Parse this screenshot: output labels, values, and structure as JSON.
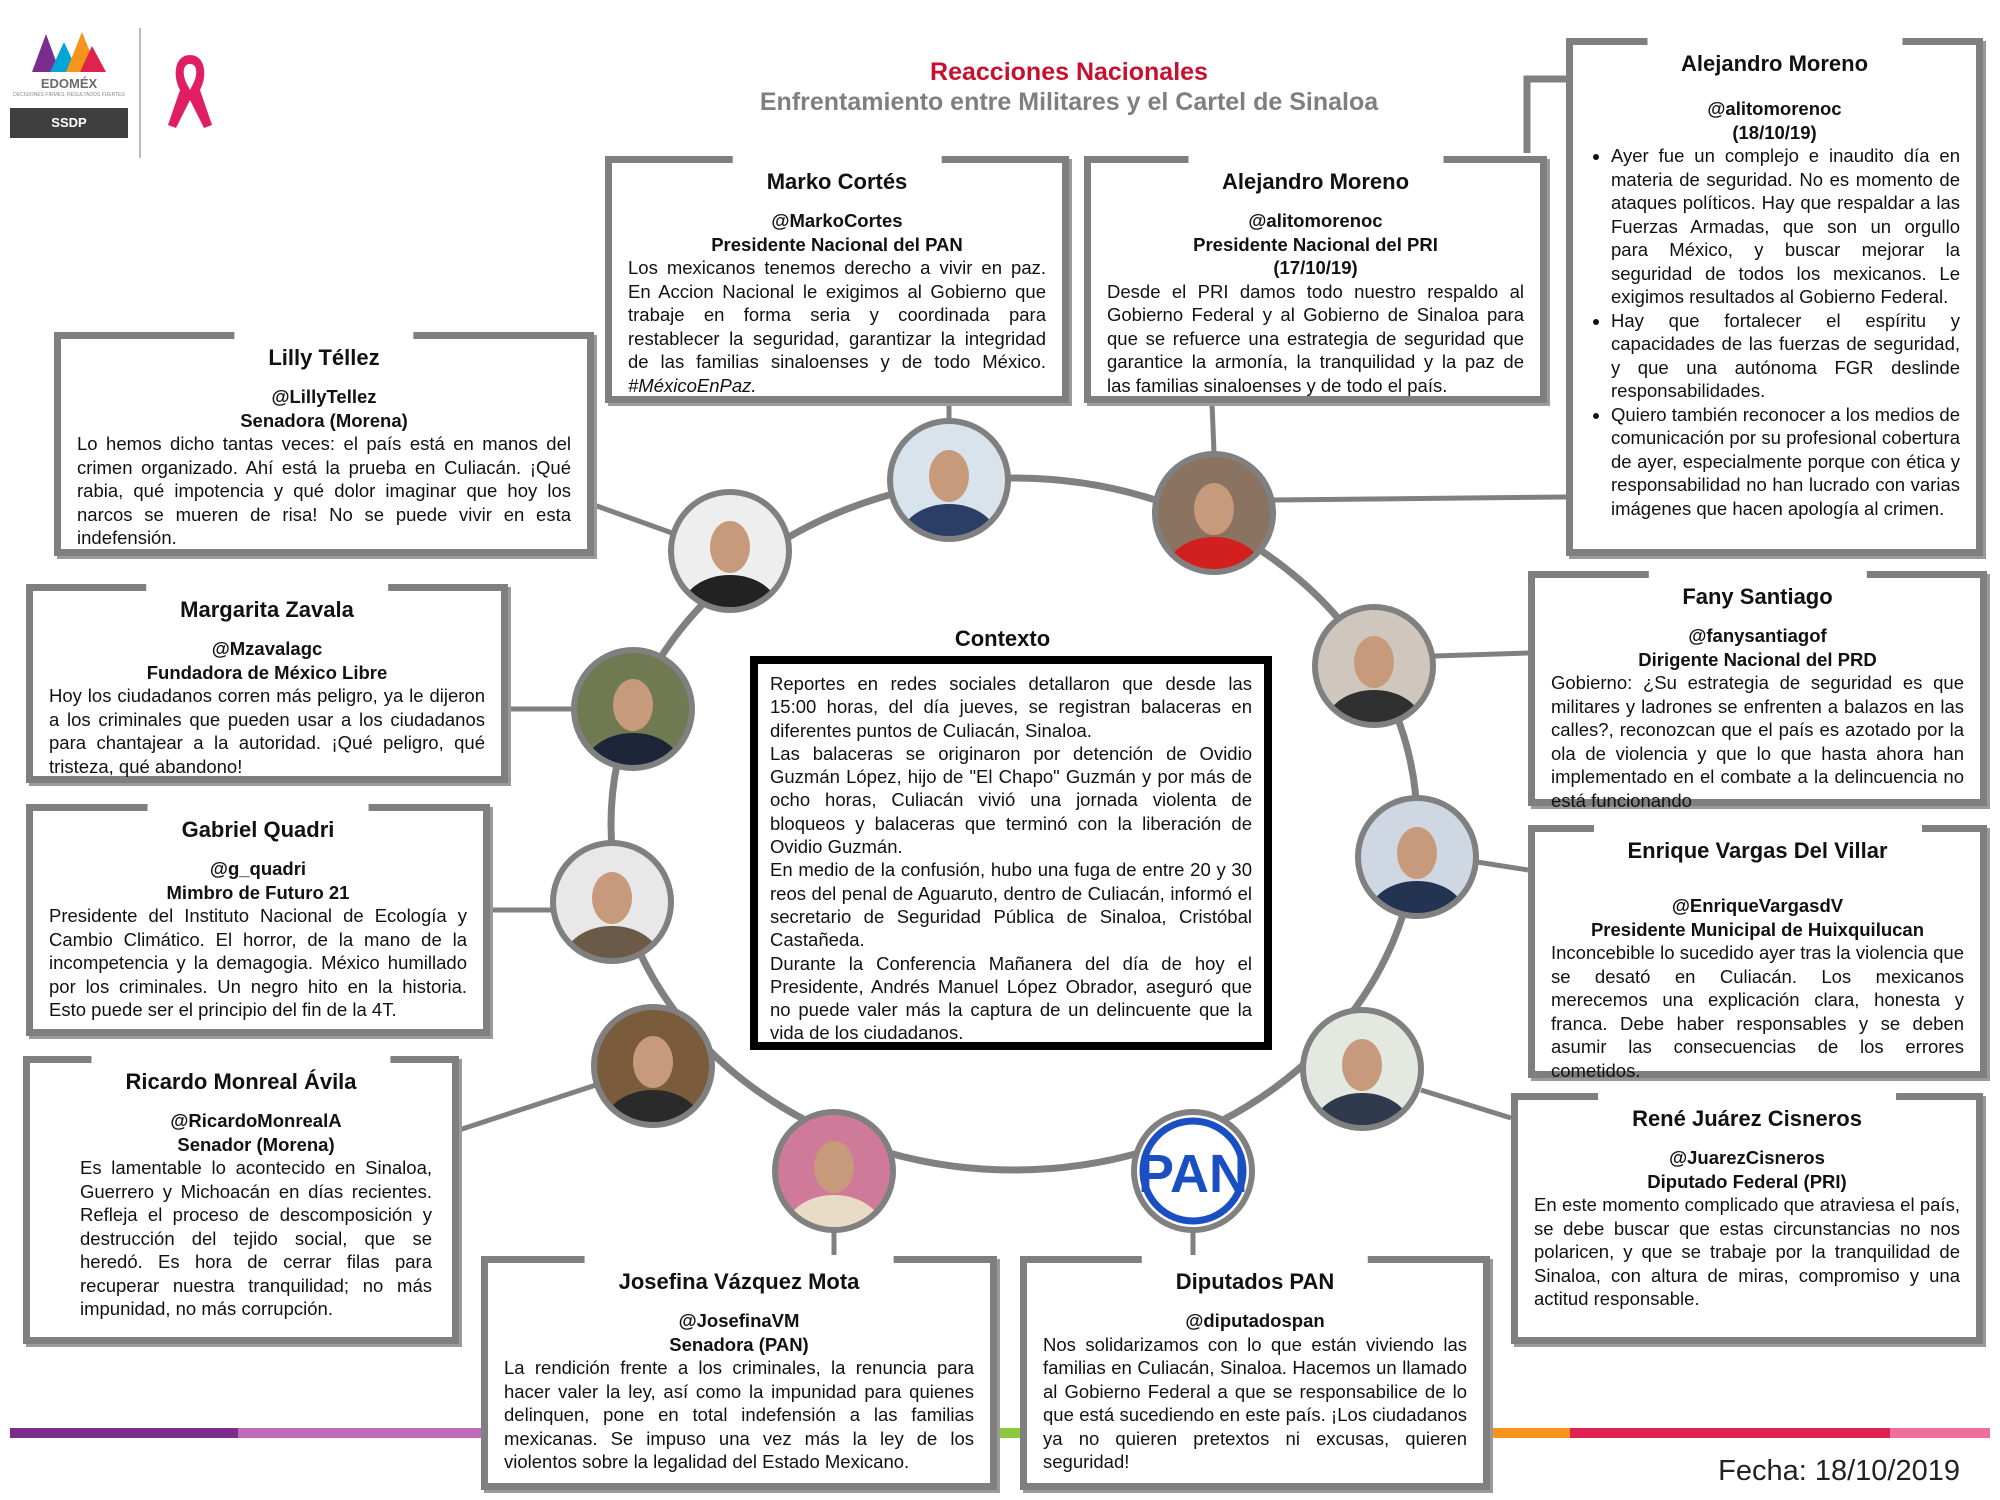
{
  "header": {
    "title": "Reacciones Nacionales",
    "subtitle": "Enfrentamiento entre Militares y el Cartel de Sinaloa",
    "logo_text": "EDOMÉX",
    "logo_tagline": "DECISIONES FIRMES, RESULTADOS FUERTES",
    "logo_badge": "SSDP"
  },
  "colors": {
    "title": "#c8102e",
    "subtitle": "#7f7f7f",
    "border": "#7f7f7f",
    "pan_blue": "#1a4fc4"
  },
  "cards": {
    "marko": {
      "name": "Marko Cortés",
      "handle": "@MarkoCortes",
      "role": "Presidente Nacional del PAN",
      "text": "Los mexicanos tenemos derecho a vivir en paz. En Accion Nacional le exigimos al Gobierno que trabaje en forma seria y coordinada para restablecer la seguridad, garantizar la integridad de las familias sinaloenses y de todo México.",
      "hashtag": "#MéxicoEnPaz."
    },
    "alejandro1": {
      "name": "Alejandro Moreno",
      "handle": "@alitomorenoc",
      "role": "Presidente Nacional del PRI",
      "date": "(17/10/19)",
      "text": "Desde el PRI damos todo nuestro respaldo al Gobierno Federal y al Gobierno de Sinaloa para que se refuerce una estrategia de seguridad que garantice la armonía, la tranquilidad y la paz de las familias sinaloenses y de todo el país."
    },
    "alejandro2": {
      "name": "Alejandro Moreno",
      "handle": "@alitomorenoc",
      "date": "(18/10/19)",
      "bullets": [
        "Ayer fue un complejo e inaudito día en materia de seguridad. No es momento de ataques políticos. Hay que respaldar a las Fuerzas Armadas, que son un orgullo para México, y buscar mejorar la seguridad de todos los mexicanos. Le exigimos resultados al Gobierno Federal.",
        "Hay que fortalecer el espíritu y capacidades de las fuerzas de seguridad, y que una autónoma FGR deslinde responsabilidades.",
        "Quiero también reconocer a los medios de comunicación por su profesional cobertura de ayer, especialmente porque con ética y responsabilidad no han lucrado con varias imágenes que hacen apología al crimen."
      ]
    },
    "lilly": {
      "name": "Lilly Téllez",
      "handle": "@LillyTellez",
      "role": "Senadora (Morena)",
      "text": "Lo hemos dicho tantas veces: el país está en manos del crimen organizado. Ahí está la prueba en Culiacán. ¡Qué rabia, qué impotencia y qué dolor imaginar que hoy los narcos se mueren de risa! No se puede vivir en esta indefensión."
    },
    "margarita": {
      "name": "Margarita Zavala",
      "handle": "@Mzavalagc",
      "role": "Fundadora de México Libre",
      "text": "Hoy los ciudadanos corren más peligro, ya le dijeron a los criminales que pueden usar a los ciudadanos para chantajear a la autoridad. ¡Qué peligro, qué tristeza, qué abandono!"
    },
    "gabriel": {
      "name": "Gabriel Quadri",
      "handle": "@g_quadri",
      "role": "Mimbro de Futuro 21",
      "text": "Presidente del Instituto Nacional de Ecología y Cambio Climático. El horror, de la mano de la incompetencia y la demagogia. México humillado por los criminales.  Un negro hito en la historia. Esto puede ser  el principio del fin de la 4T."
    },
    "ricardo": {
      "name": "Ricardo Monreal Ávila",
      "handle": "@RicardoMonrealA",
      "role": "Senador (Morena)",
      "text": "Es lamentable lo acontecido en Sinaloa, Guerrero y Michoacán en días recientes. Refleja el proceso de descomposición y destrucción del tejido social, que se heredó. Es hora de cerrar filas para recuperar nuestra tranquilidad; no más impunidad, no más corrupción."
    },
    "josefina": {
      "name": "Josefina Vázquez Mota",
      "handle": "@JosefinaVM",
      "role": "Senadora (PAN)",
      "text": "La rendición frente a los criminales, la renuncia para hacer valer la ley, así como la impunidad para quienes delinquen, pone en total indefensión a las familias mexicanas. Se impuso una vez más la ley de los violentos sobre la legalidad del Estado Mexicano."
    },
    "diputados": {
      "name": "Diputados PAN",
      "handle": "@diputadospan",
      "text": "Nos solidarizamos con lo que están viviendo las familias en Culiacán, Sinaloa. Hacemos un llamado al Gobierno Federal a que se responsabilice de lo que está sucediendo en este país. ¡Los ciudadanos ya no quieren pretextos ni excusas, quieren seguridad!",
      "logo_text": "PAN"
    },
    "rene": {
      "name": "René Juárez Cisneros",
      "handle": "@JuarezCisneros",
      "role": "Diputado Federal (PRI)",
      "text": "En este momento complicado que atraviesa el país, se debe buscar que estas circunstancias no nos polaricen, y que se trabaje por la tranquilidad de Sinaloa, con altura de miras, compromiso y una actitud responsable."
    },
    "enrique": {
      "name": "Enrique Vargas Del Villar",
      "handle": "@EnriqueVargasdV",
      "role": "Presidente Municipal de Huixquilucan",
      "text": "Inconcebible lo sucedido ayer tras la violencia que se desató en Culiacán. Los mexicanos merecemos una explicación clara, honesta y franca. Debe haber responsables y se deben asumir las consecuencias de los errores cometidos."
    },
    "fany": {
      "name": "Fany Santiago",
      "handle": "@fanysantiagof",
      "role": "Dirigente Nacional del PRD",
      "text": "Gobierno: ¿Su estrategia de seguridad es que militares y ladrones se enfrenten a balazos en las calles?, reconozcan que el país es azotado por la ola de violencia y que lo que hasta ahora han implementado en el combate a la delincuencia no está funcionando"
    }
  },
  "context": {
    "label": "Contexto",
    "paragraphs": [
      "Reportes en redes sociales detallaron que desde las 15:00 horas, del día jueves, se registran balaceras en diferentes puntos de Culiacán, Sinaloa.",
      "Las balaceras se originaron por detención de Ovidio Guzmán López, hijo de \"El Chapo\" Guzmán y por más de ocho horas, Culiacán vivió una jornada violenta de bloqueos y balaceras que terminó con la liberación de Ovidio Guzmán.",
      "En medio de la confusión, hubo una fuga de entre 20 y 30 reos del penal de Aguaruto, dentro de Culiacán, informó el secretario de Seguridad Pública de Sinaloa, Cristóbal Castañeda.",
      "Durante la Conferencia Mañanera del día de hoy el Presidente, Andrés Manuel López Obrador, aseguró que no puede valer más la captura de un delincuente que la vida de los ciudadanos."
    ]
  },
  "footer": {
    "date": "Fecha: 18/10/2019"
  }
}
